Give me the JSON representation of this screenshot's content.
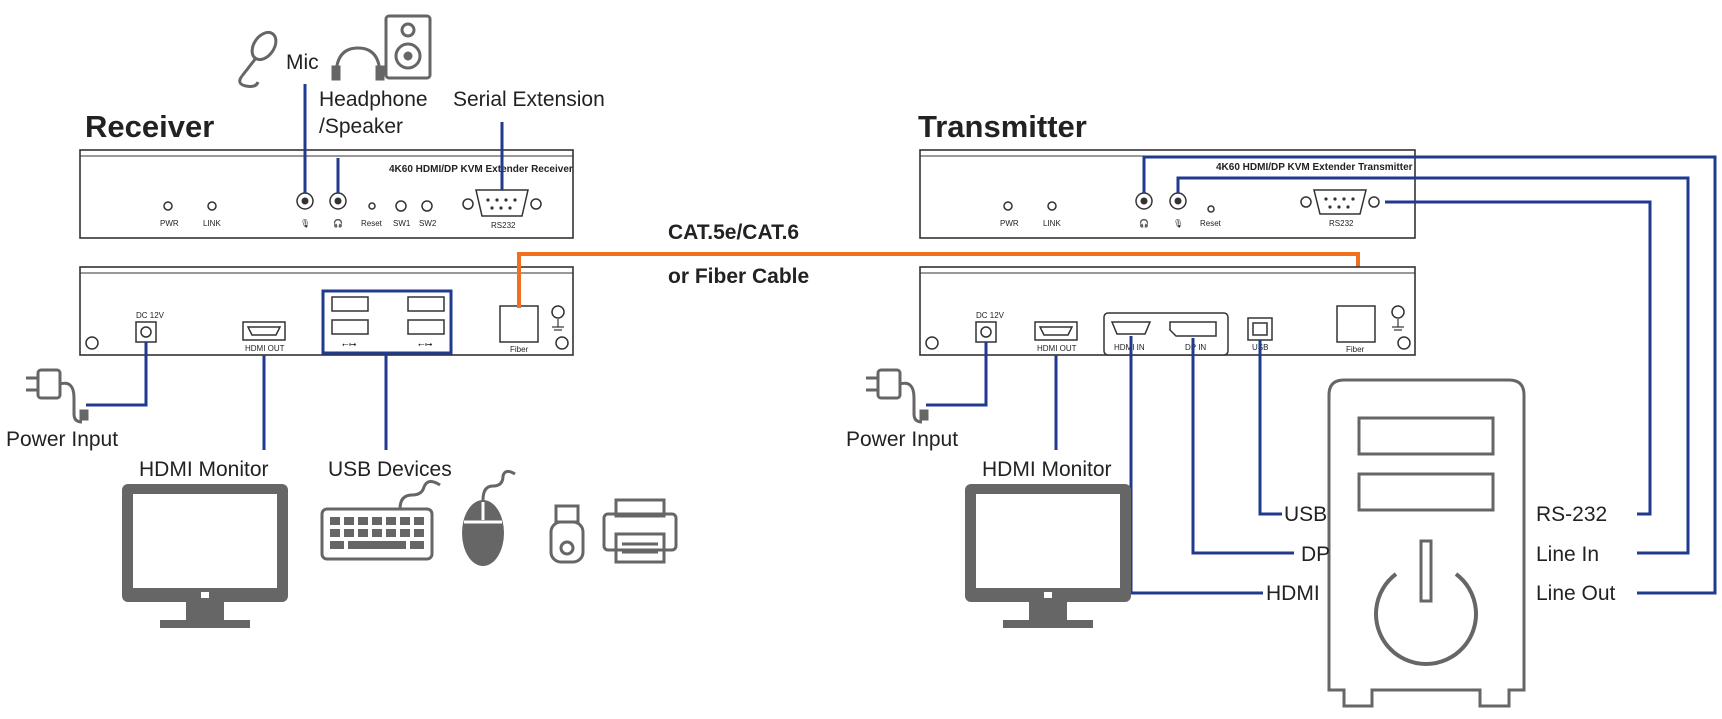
{
  "receiver": {
    "title": "Receiver",
    "front_panel_label": "4K60 HDMI/DP KVM Extender Receiver",
    "front_ports": {
      "pwr": "PWR",
      "link": "LINK",
      "reset": "Reset",
      "sw1": "SW1",
      "sw2": "SW2",
      "rs232": "RS232"
    },
    "rear_ports": {
      "dc": "DC 12V",
      "hdmi_out": "HDMI OUT",
      "fiber": "Fiber"
    },
    "labels": {
      "mic": "Mic",
      "headphone_1": "Headphone",
      "headphone_2": "/Speaker",
      "serial": "Serial Extension",
      "power": "Power Input",
      "hdmi_monitor": "HDMI Monitor",
      "usb_devices": "USB Devices"
    }
  },
  "transmitter": {
    "title": "Transmitter",
    "front_panel_label": "4K60 HDMI/DP KVM Extender Transmitter",
    "front_ports": {
      "pwr": "PWR",
      "link": "LINK",
      "reset": "Reset",
      "rs232": "RS232"
    },
    "rear_ports": {
      "dc": "DC 12V",
      "hdmi_out": "HDMI OUT",
      "hdmi_in": "HDMI IN",
      "dp_in": "DP IN",
      "usb": "USB",
      "fiber": "Fiber"
    },
    "labels": {
      "power": "Power Input",
      "hdmi_monitor": "HDMI Monitor",
      "usb": "USB",
      "dp": "DP",
      "hdmi": "HDMI",
      "rs232": "RS-232",
      "line_in": "Line In",
      "line_out": "Line Out"
    }
  },
  "cable": {
    "line1": "CAT.5e/CAT.6",
    "line2": "or Fiber Cable"
  },
  "colors": {
    "signal_line": "#1f3a8f",
    "cable_line": "#f07020",
    "icon_gray": "#666666"
  }
}
